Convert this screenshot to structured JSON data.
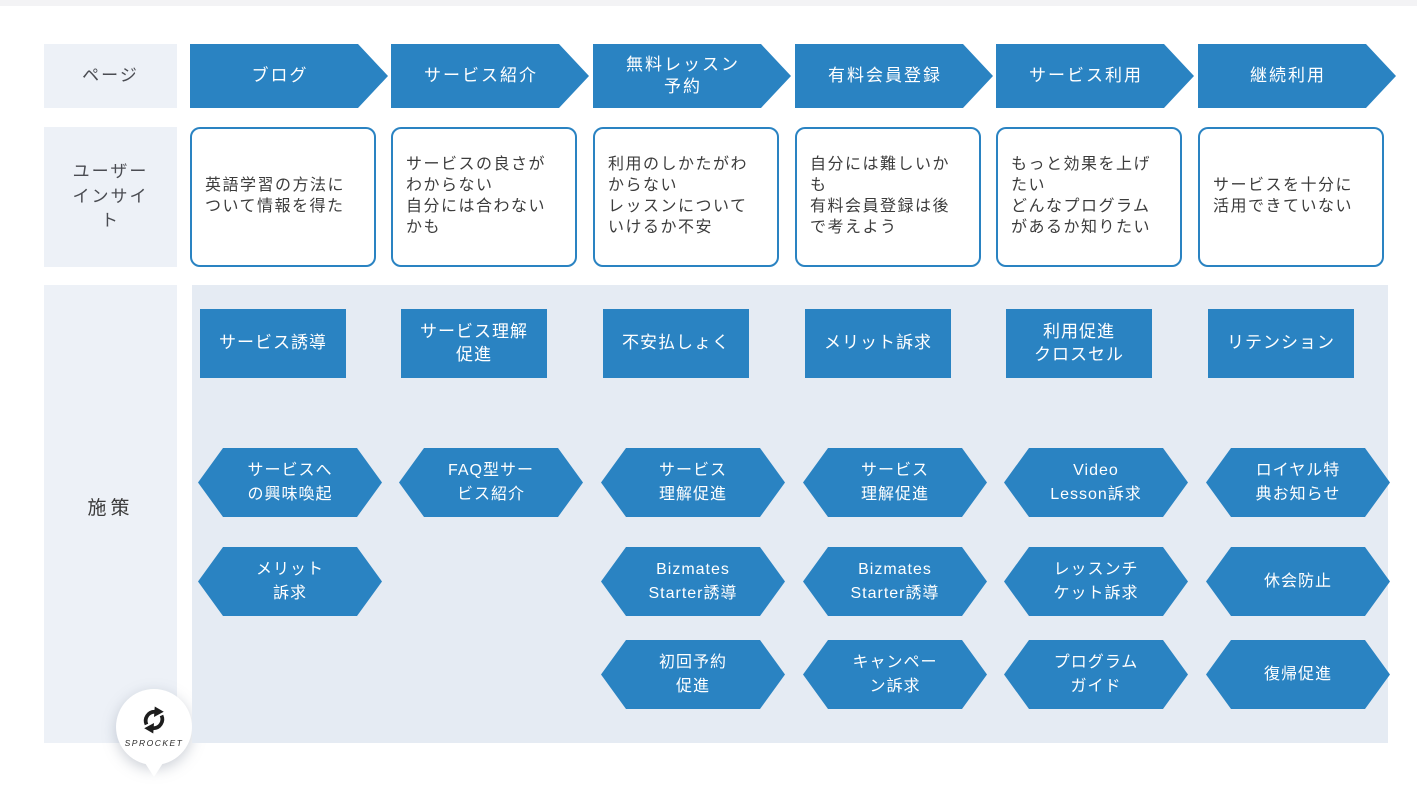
{
  "colors": {
    "primary_blue": "#2a83c2",
    "panel_background": "#e5ebf3",
    "label_background": "#edf1f7",
    "text_dark": "#3d3f44",
    "text_on_blue": "#ffffff"
  },
  "brand": {
    "logo_text": "SPROCKET",
    "logo_icon": "rotation-arrows-icon"
  },
  "rows": {
    "page": {
      "label": "ページ",
      "stages": [
        "ブログ",
        "サービス紹介",
        "無料レッスン\n予約",
        "有料会員登録",
        "サービス利用",
        "継続利用"
      ]
    },
    "insight": {
      "label": "ユーザー\nインサイ\nト",
      "cards": [
        "英語学習の方法に\nついて情報を得た",
        "サービスの良さが\nわからない\n自分には合わない\nかも",
        "利用のしかたがわ\nからない\nレッスンについて\nいけるか不安",
        "自分には難しいか\nも\n有料会員登録は後\nで考えよう",
        "もっと効果を上げ\nたい\nどんなプログラム\nがあるか知りたい",
        "サービスを十分に\n活用できていない"
      ]
    },
    "measures": {
      "label": "施策",
      "headers": [
        "サービス誘導",
        "サービス理解\n促進",
        "不安払しょく",
        "メリット訴求",
        "利用促進\nクロスセル",
        "リテンション"
      ],
      "tactic_columns": [
        [
          "サービスへ\nの興味喚起",
          "メリット\n訴求"
        ],
        [
          "FAQ型サー\nビス紹介"
        ],
        [
          "サービス\n理解促進",
          "Bizmates\nStarter誘導",
          "初回予約\n促進"
        ],
        [
          "サービス\n理解促進",
          "Bizmates\nStarter誘導",
          "キャンペー\nン訴求"
        ],
        [
          "Video\nLesson訴求",
          "レッスンチ\nケット訴求",
          "プログラム\nガイド"
        ],
        [
          "ロイヤル特\n典お知らせ",
          "休会防止",
          "復帰促進"
        ]
      ]
    }
  }
}
